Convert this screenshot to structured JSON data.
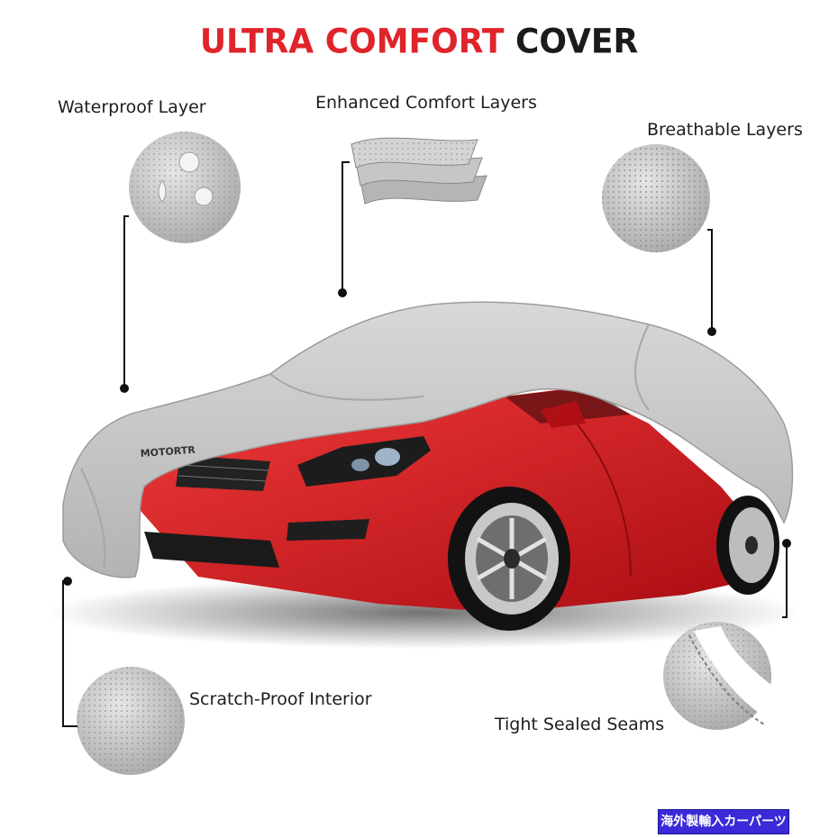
{
  "title": {
    "part_red": "ULTRA COMFORT",
    "part_dark": "COVER"
  },
  "features": {
    "waterproof": "Waterproof Layer",
    "enhanced": "Enhanced Comfort Layers",
    "breathable": "Breathable Layers",
    "scratch": "Scratch-Proof Interior",
    "seams": "Tight Sealed Seams"
  },
  "cover_brand": "MOTORTR",
  "badge": "海外製輸入カーパーツ",
  "colors": {
    "accent_red": "#e0242b",
    "car_red": "#d6121c",
    "cover_gray": "#c9c9c9",
    "badge_blue": "#3a2ad8"
  }
}
